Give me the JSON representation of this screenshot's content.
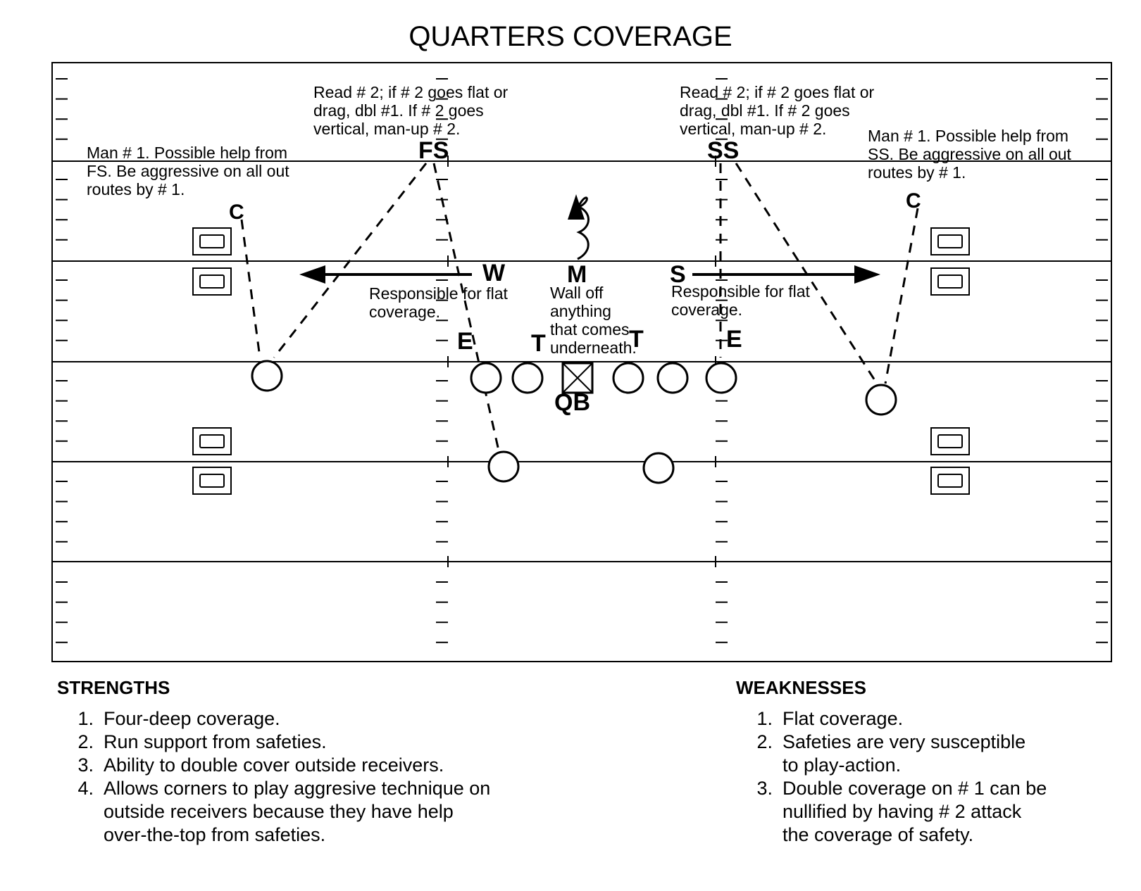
{
  "title": "QUARTERS COVERAGE",
  "field": {
    "border_color": "#000000",
    "background": "#ffffff"
  },
  "notes": {
    "fs_note": "Read # 2; if # 2 goes flat or\ndrag, dbl #1.  If # 2 goes\nvertical, man-up # 2.",
    "ss_note": "Read # 2; if # 2 goes flat or\ndrag, dbl #1.  If # 2 goes\nvertical, man-up # 2.",
    "left_corner_note": "Man # 1.  Possible help from\nFS.  Be aggressive on all out\nroutes by # 1.",
    "right_corner_note": "Man # 1.  Possible help from\nSS.  Be aggressive on all out\nroutes by # 1.",
    "w_note": "Responsible for flat\ncoverage.",
    "m_note": "Wall off\nanything\nthat comes\nunderneath.",
    "s_note": "Responsible for flat\ncoverage."
  },
  "defenders": {
    "fs": "FS",
    "ss": "SS",
    "left_corner": "C",
    "right_corner": "C",
    "will": "W",
    "mike": "M",
    "sam": "S",
    "left_end": "E",
    "left_tackle": "T",
    "right_tackle": "T",
    "right_end": "E"
  },
  "offense": {
    "qb": "QB"
  },
  "strengths": {
    "title": "STRENGTHS",
    "items": [
      {
        "num": "1.",
        "text": "Four-deep coverage."
      },
      {
        "num": "2.",
        "text": "Run support from safeties."
      },
      {
        "num": "3.",
        "text": "Ability to double cover outside receivers."
      },
      {
        "num": "4.",
        "text": "Allows corners to play aggresive technique on\noutside receivers because they have help\nover-the-top from safeties."
      }
    ]
  },
  "weaknesses": {
    "title": "WEAKNESSES",
    "items": [
      {
        "num": "1.",
        "text": "Flat coverage."
      },
      {
        "num": "2.",
        "text": "Safeties are very susceptible\nto play-action."
      },
      {
        "num": "3.",
        "text": "Double coverage on # 1 can be\nnullified by having # 2 attack\nthe coverage of safety."
      }
    ]
  }
}
